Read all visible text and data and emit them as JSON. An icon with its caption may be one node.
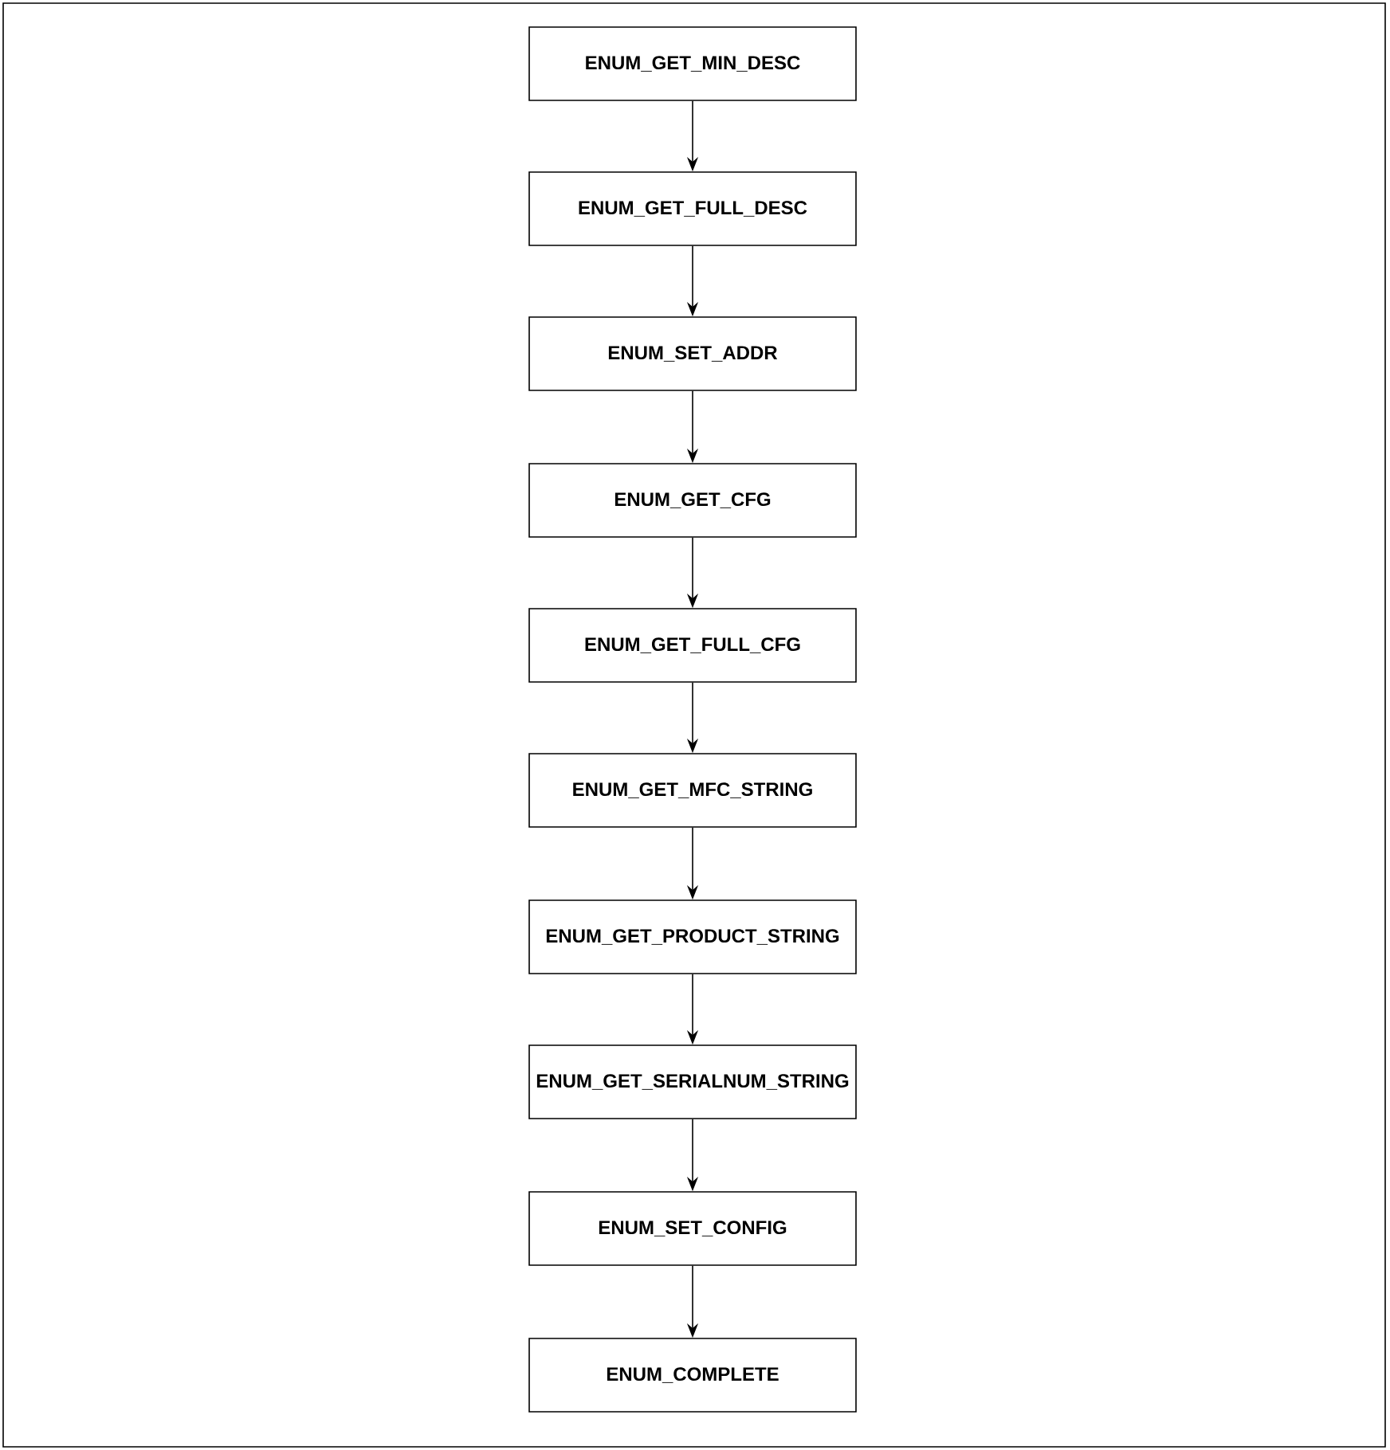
{
  "diagram": {
    "nodes": [
      {
        "text": [
          "ENUM_GET_MIN_DESC"
        ]
      },
      {
        "text": [
          "ENUM_GET_FULL_DESC"
        ]
      },
      {
        "text": [
          "ENUM_SET_ADDR"
        ]
      },
      {
        "text": [
          "ENUM_GET_CFG"
        ]
      },
      {
        "text": [
          "ENUM_GET_FULL_CFG"
        ]
      },
      {
        "text": [
          "ENUM_GET_MFC_STRING"
        ]
      },
      {
        "text": [
          "ENUM_GET_PRODUCT_STRING"
        ]
      },
      {
        "text": [
          "ENUM_GET_SERIALNUM_STRING"
        ]
      },
      {
        "text": [
          "ENUM_SET_CONFIG"
        ]
      },
      {
        "text": [
          "ENUM_COMPLETE"
        ]
      }
    ],
    "edges": [
      {
        "from": 0,
        "to": 1,
        "arrow": "to"
      },
      {
        "from": 1,
        "to": 2,
        "arrow": "to"
      },
      {
        "from": 2,
        "to": 3,
        "arrow": "to"
      },
      {
        "from": 3,
        "to": 4,
        "arrow": "to"
      },
      {
        "from": 4,
        "to": 5,
        "arrow": "to"
      },
      {
        "from": 5,
        "to": 6,
        "arrow": "to"
      },
      {
        "from": 6,
        "to": 7,
        "arrow": "to"
      },
      {
        "from": 7,
        "to": 8,
        "arrow": "to"
      },
      {
        "from": 8,
        "to": 9,
        "arrow": "to"
      }
    ]
  }
}
